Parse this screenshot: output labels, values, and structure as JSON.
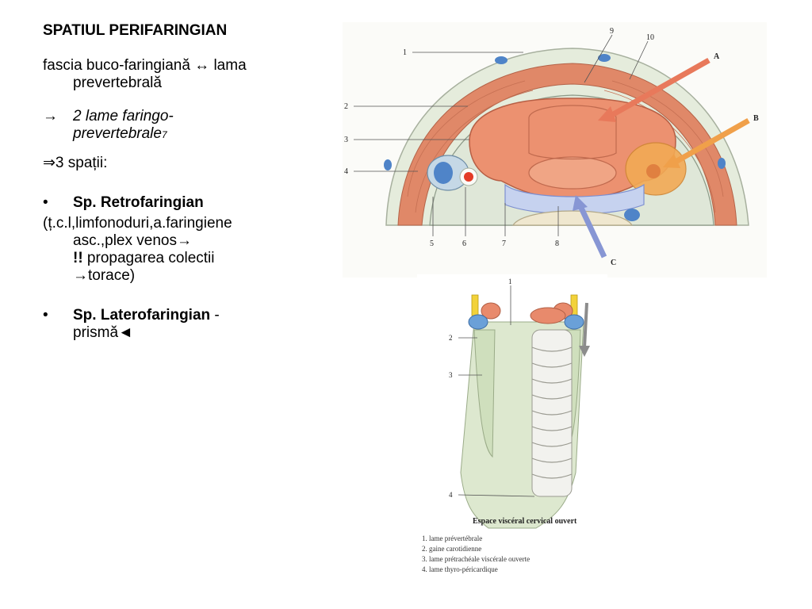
{
  "slide": {
    "title": "SPATIUL PERIFARINGIAN",
    "line1": {
      "main": "fascia buco-faringiană ↔ lama",
      "cont": "prevertebrală"
    },
    "line2": {
      "arrow": "→",
      "main": "2 lame faringo-",
      "cont": "prevertebrale",
      "sup": "7"
    },
    "line3": "⇒3 spații:",
    "bullet1": {
      "mark": "•",
      "label": "Sp. Retrofaringian"
    },
    "detail": {
      "l1": "(ț.c.l,limfonoduri,a.faringiene",
      "l2": "asc.,plex venos→",
      "l3_bold": "!!",
      "l3": " propagarea colectii",
      "l4": "→torace)"
    },
    "bullet2": {
      "mark": "•",
      "label": "Sp. Laterofaringian",
      "rest": " -",
      "cont": "prismă◄"
    }
  },
  "figure1": {
    "labels": [
      "1",
      "2",
      "3",
      "4",
      "5",
      "6",
      "7",
      "8",
      "9",
      "10"
    ],
    "arrows": [
      "A",
      "B",
      "C"
    ],
    "colors": {
      "muscle": "#e08868",
      "pharynx": "#ec9170",
      "orange": "#f2aa55",
      "fascia": "#dfe7d8",
      "blue": "#7d8fd0",
      "bone": "#efe7cf"
    }
  },
  "figure2": {
    "labels": [
      "1",
      "2",
      "3",
      "4"
    ],
    "caption": "Espace viscéral cervical ouvert",
    "legend": [
      "1. lame prévertébrale",
      "2. gaine carotidienne",
      "3. lame prétrachéale viscérale ouverte",
      "4. lame thyro-péricardique"
    ]
  }
}
